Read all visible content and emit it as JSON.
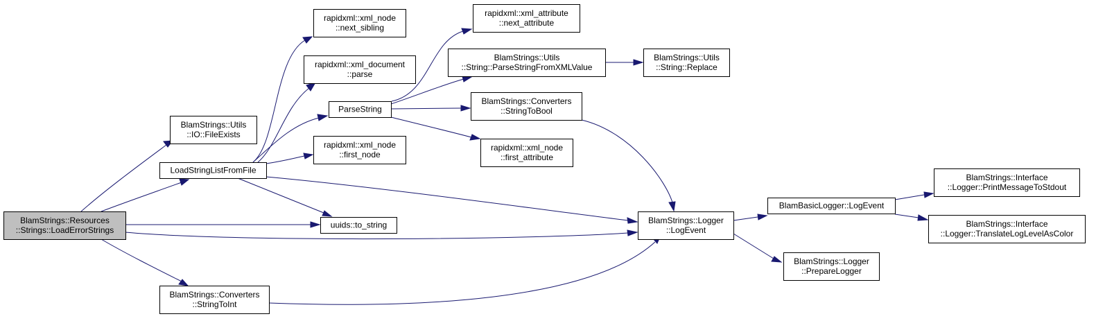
{
  "graph": {
    "colors": {
      "edge": "#191970",
      "node_fill": "#ffffff",
      "root_fill": "#bfbfbf",
      "border": "#000000"
    },
    "nodes": [
      {
        "id": "root",
        "lines": [
          "BlamStrings::Resources",
          "::Strings::LoadErrorStrings"
        ],
        "highlighted": true
      },
      {
        "id": "fileexists",
        "lines": [
          "BlamStrings::Utils",
          "::IO::FileExists"
        ]
      },
      {
        "id": "loadlist",
        "lines": [
          "LoadStringListFromFile"
        ]
      },
      {
        "id": "tostring",
        "lines": [
          "uuids::to_string"
        ]
      },
      {
        "id": "stringtoint",
        "lines": [
          "BlamStrings::Converters",
          "::StringToInt"
        ]
      },
      {
        "id": "nextsibling",
        "lines": [
          "rapidxml::xml_node",
          "::next_sibling"
        ]
      },
      {
        "id": "docparse",
        "lines": [
          "rapidxml::xml_document",
          "::parse"
        ]
      },
      {
        "id": "parsestring",
        "lines": [
          "ParseString"
        ]
      },
      {
        "id": "firstnode",
        "lines": [
          "rapidxml::xml_node",
          "::first_node"
        ]
      },
      {
        "id": "nextattr",
        "lines": [
          "rapidxml::xml_attribute",
          "::next_attribute"
        ]
      },
      {
        "id": "parsexml",
        "lines": [
          "BlamStrings::Utils",
          "::String::ParseStringFromXMLValue"
        ]
      },
      {
        "id": "stringtobool",
        "lines": [
          "BlamStrings::Converters",
          "::StringToBool"
        ]
      },
      {
        "id": "firstattr",
        "lines": [
          "rapidxml::xml_node",
          "::first_attribute"
        ]
      },
      {
        "id": "replace",
        "lines": [
          "BlamStrings::Utils",
          "::String::Replace"
        ]
      },
      {
        "id": "loggerlog",
        "lines": [
          "BlamStrings::Logger",
          "::LogEvent"
        ]
      },
      {
        "id": "basiclog",
        "lines": [
          "BlamBasicLogger::LogEvent"
        ]
      },
      {
        "id": "preparelogger",
        "lines": [
          "BlamStrings::Logger",
          "::PrepareLogger"
        ]
      },
      {
        "id": "printstdout",
        "lines": [
          "BlamStrings::Interface",
          "::Logger::PrintMessageToStdout"
        ]
      },
      {
        "id": "translatecolor",
        "lines": [
          "BlamStrings::Interface",
          "::Logger::TranslateLogLevelAsColor"
        ]
      }
    ],
    "edges": [
      {
        "from": "root",
        "to": "fileexists"
      },
      {
        "from": "root",
        "to": "loadlist"
      },
      {
        "from": "root",
        "to": "tostring"
      },
      {
        "from": "root",
        "to": "loggerlog"
      },
      {
        "from": "root",
        "to": "stringtoint"
      },
      {
        "from": "loadlist",
        "to": "nextsibling"
      },
      {
        "from": "loadlist",
        "to": "docparse"
      },
      {
        "from": "loadlist",
        "to": "parsestring"
      },
      {
        "from": "loadlist",
        "to": "firstnode"
      },
      {
        "from": "loadlist",
        "to": "tostring"
      },
      {
        "from": "loadlist",
        "to": "loggerlog"
      },
      {
        "from": "parsestring",
        "to": "nextattr"
      },
      {
        "from": "parsestring",
        "to": "parsexml"
      },
      {
        "from": "parsestring",
        "to": "stringtobool"
      },
      {
        "from": "parsestring",
        "to": "firstattr"
      },
      {
        "from": "parsexml",
        "to": "replace"
      },
      {
        "from": "stringtobool",
        "to": "loggerlog"
      },
      {
        "from": "stringtoint",
        "to": "loggerlog"
      },
      {
        "from": "loggerlog",
        "to": "basiclog"
      },
      {
        "from": "loggerlog",
        "to": "preparelogger"
      },
      {
        "from": "basiclog",
        "to": "printstdout"
      },
      {
        "from": "basiclog",
        "to": "translatecolor"
      }
    ]
  }
}
